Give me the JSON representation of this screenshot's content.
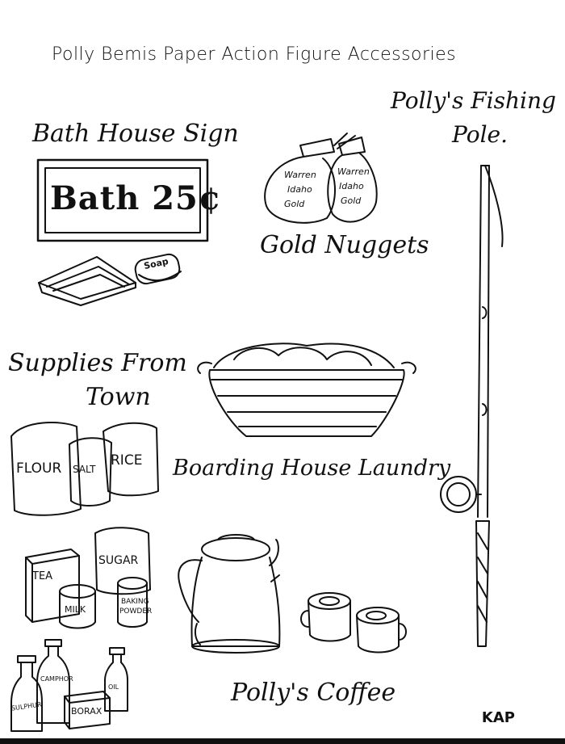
{
  "title": "Polly Bemis Paper Action Figure Accessories",
  "labels": {
    "bath_sign": "Bath House Sign",
    "sign_text": "Bath 25¢",
    "soap": "Soap",
    "gold_nuggets": "Gold Nuggets",
    "fishing_pole_line1": "Polly's Fishing",
    "fishing_pole_line2": "Pole.",
    "supplies_line1": "Supplies From",
    "supplies_line2": "Town",
    "laundry": "Boarding House Laundry",
    "coffee": "Polly's Coffee",
    "signature": "KAP"
  },
  "bags": {
    "nugget_bag_1": [
      "Warren",
      "Idaho",
      "Gold"
    ],
    "nugget_bag_2": [
      "Warren",
      "Idaho",
      "Gold"
    ],
    "flour": "FLOUR",
    "salt": "SALT",
    "rice": "RICE",
    "sugar": "SUGAR",
    "tea": "TEA",
    "milk": "MILK",
    "baking_powder_1": "BAKING",
    "baking_powder_2": "POWDER",
    "sulphur": "SULPHUR",
    "camphor": "CAMPHOR",
    "borax": "BORAX",
    "bottle": "OIL"
  }
}
